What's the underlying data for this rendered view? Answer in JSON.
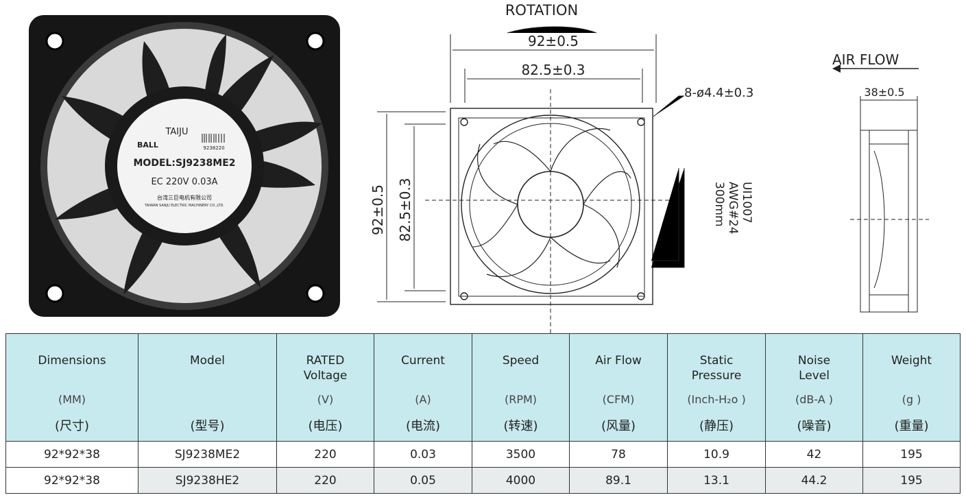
{
  "product": {
    "label_brand": "TAIJU",
    "label_bearing": "BALL",
    "label_barcode": "9238220",
    "label_model": "MODEL:SJ9238ME2",
    "label_rating": "EC  220V  0.03A",
    "label_company_cn": "台湾三巨电机有限公司",
    "label_company_en": "TAIWAN SANJU ELECTRIC MACHINERY CO.,LTD."
  },
  "drawing": {
    "rotation": "ROTATION",
    "width_outer": "92±0.5",
    "width_inner": "82.5±0.3",
    "height_outer": "92±0.5",
    "height_inner": "82.5±0.3",
    "hole_spec": "8-ø4.4±0.3",
    "wire_line1": "UI1007",
    "wire_line2": "AWG#24",
    "wire_line3": "300mm",
    "airflow": "AIR FLOW",
    "depth": "38±0.5"
  },
  "table": {
    "headers": [
      {
        "name": "Dimensions",
        "unit": "(MM)",
        "cn": "(尺寸)"
      },
      {
        "name": "Model",
        "unit": "",
        "cn": "(型号)"
      },
      {
        "name": "RATED Voltage",
        "unit": "(V)",
        "cn": "(电压)"
      },
      {
        "name": "Current",
        "unit": "(A)",
        "cn": "(电流)"
      },
      {
        "name": "Speed",
        "unit": "(RPM)",
        "cn": "(转速)"
      },
      {
        "name": "Air Flow",
        "unit": "(CFM)",
        "cn": "(风量)"
      },
      {
        "name": "Static Pressure",
        "unit": "(Inch-H₂o )",
        "cn": "(静压)"
      },
      {
        "name": "Noise Level",
        "unit": "(dB-A )",
        "cn": "(噪音)"
      },
      {
        "name": "Weight",
        "unit": "(g )",
        "cn": "(重量)"
      }
    ],
    "rows": [
      [
        "92*92*38",
        "SJ9238ME2",
        "220",
        "0.03",
        "3500",
        "78",
        "10.9",
        "42",
        "195"
      ],
      [
        "92*92*38",
        "SJ9238HE2",
        "220",
        "0.05",
        "4000",
        "89.1",
        "13.1",
        "44.2",
        "195"
      ]
    ]
  }
}
